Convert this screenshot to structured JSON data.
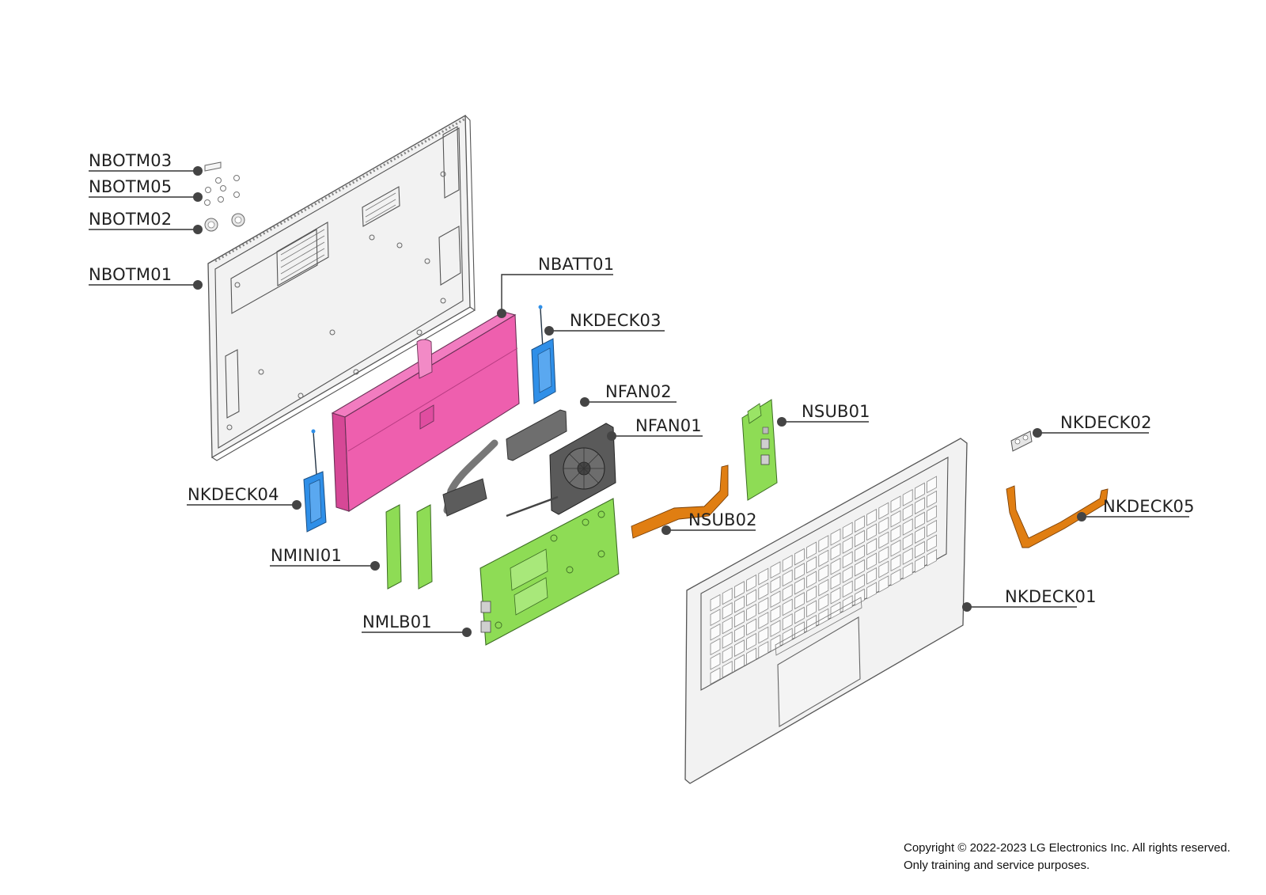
{
  "title": "",
  "labels": {
    "nbotm03": "NBOTM03",
    "nbotm05": "NBOTM05",
    "nbotm02": "NBOTM02",
    "nbotm01": "NBOTM01",
    "nbatt01": "NBATT01",
    "nkdeck03": "NKDECK03",
    "nfan02": "NFAN02",
    "nfan01": "NFAN01",
    "nsub01": "NSUB01",
    "nkdeck02": "NKDECK02",
    "nkdeck04": "NKDECK04",
    "nsub02": "NSUB02",
    "nkdeck05": "NKDECK05",
    "nmini01": "NMINI01",
    "nmlb01": "NMLB01",
    "nkdeck01": "NKDECK01"
  },
  "footer": {
    "line1": "Copyright © 2022-2023 LG Electronics Inc. All rights reserved.",
    "line2": "Only training and service purposes."
  },
  "colors": {
    "battery": "#ee5fae",
    "speaker": "#2f8fe8",
    "board": "#8edc55",
    "flex_cable": "#e07e12",
    "casing": "#f0f0f0",
    "leader": "#444444"
  },
  "icons": {
    "leader-dot": "filled-circle"
  }
}
